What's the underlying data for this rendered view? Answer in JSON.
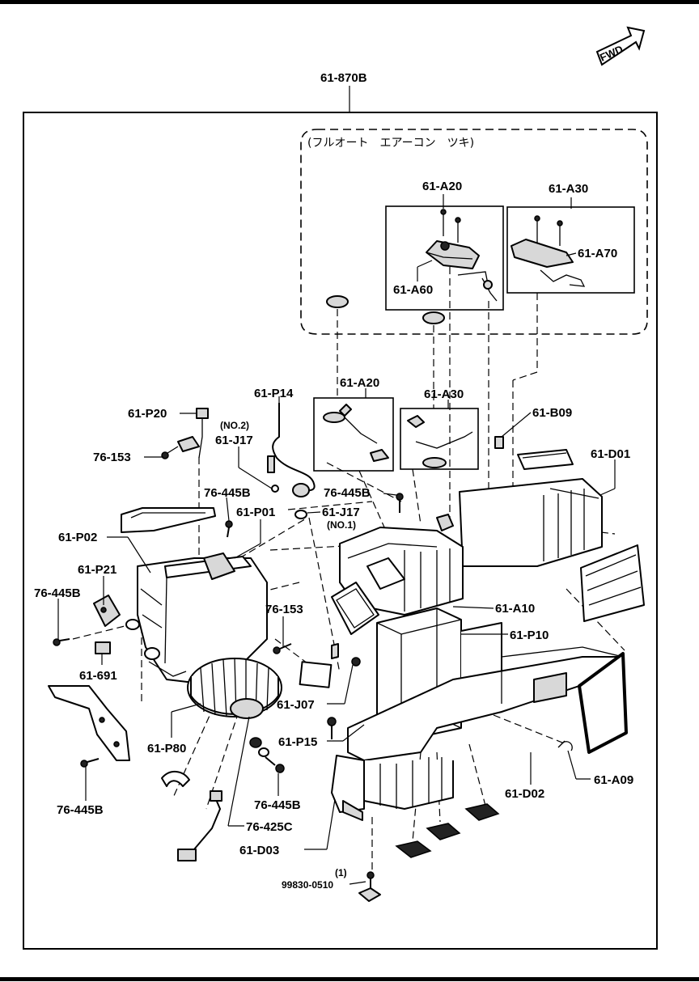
{
  "direction_badge": "FWD",
  "assembly_label": "61-870B",
  "option_note": "(フルオート　エアーコン　ツキ)",
  "labels": {
    "a20_top": "61-A20",
    "a30_top": "61-A30",
    "a60": "61-A60",
    "a70": "61-A70",
    "p14": "61-P14",
    "a20_mid": "61-A20",
    "a30_mid": "61-A30",
    "p20": "61-P20",
    "no2": "(NO.2)",
    "j17_no2": "61-J17",
    "b09": "61-B09",
    "s153_top": "76-153",
    "d01": "61-D01",
    "s445b_1": "76-445B",
    "s445b_2": "76-445B",
    "p01": "61-P01",
    "j17_no1": "61-J17",
    "no1": "(NO.1)",
    "p02": "61-P02",
    "p21": "61-P21",
    "s445b_3": "76-445B",
    "a10": "61-A10",
    "s153_mid": "76-153",
    "p10": "61-P10",
    "p691": "61-691",
    "j07": "61-J07",
    "p80": "61-P80",
    "p15": "61-P15",
    "a09": "61-A09",
    "d02": "61-D02",
    "s445b_4": "76-445B",
    "s445b_5": "76-445B",
    "s425c": "76-425C",
    "d03": "61-D03",
    "qty": "(1)",
    "bolt": "99830-0510"
  }
}
